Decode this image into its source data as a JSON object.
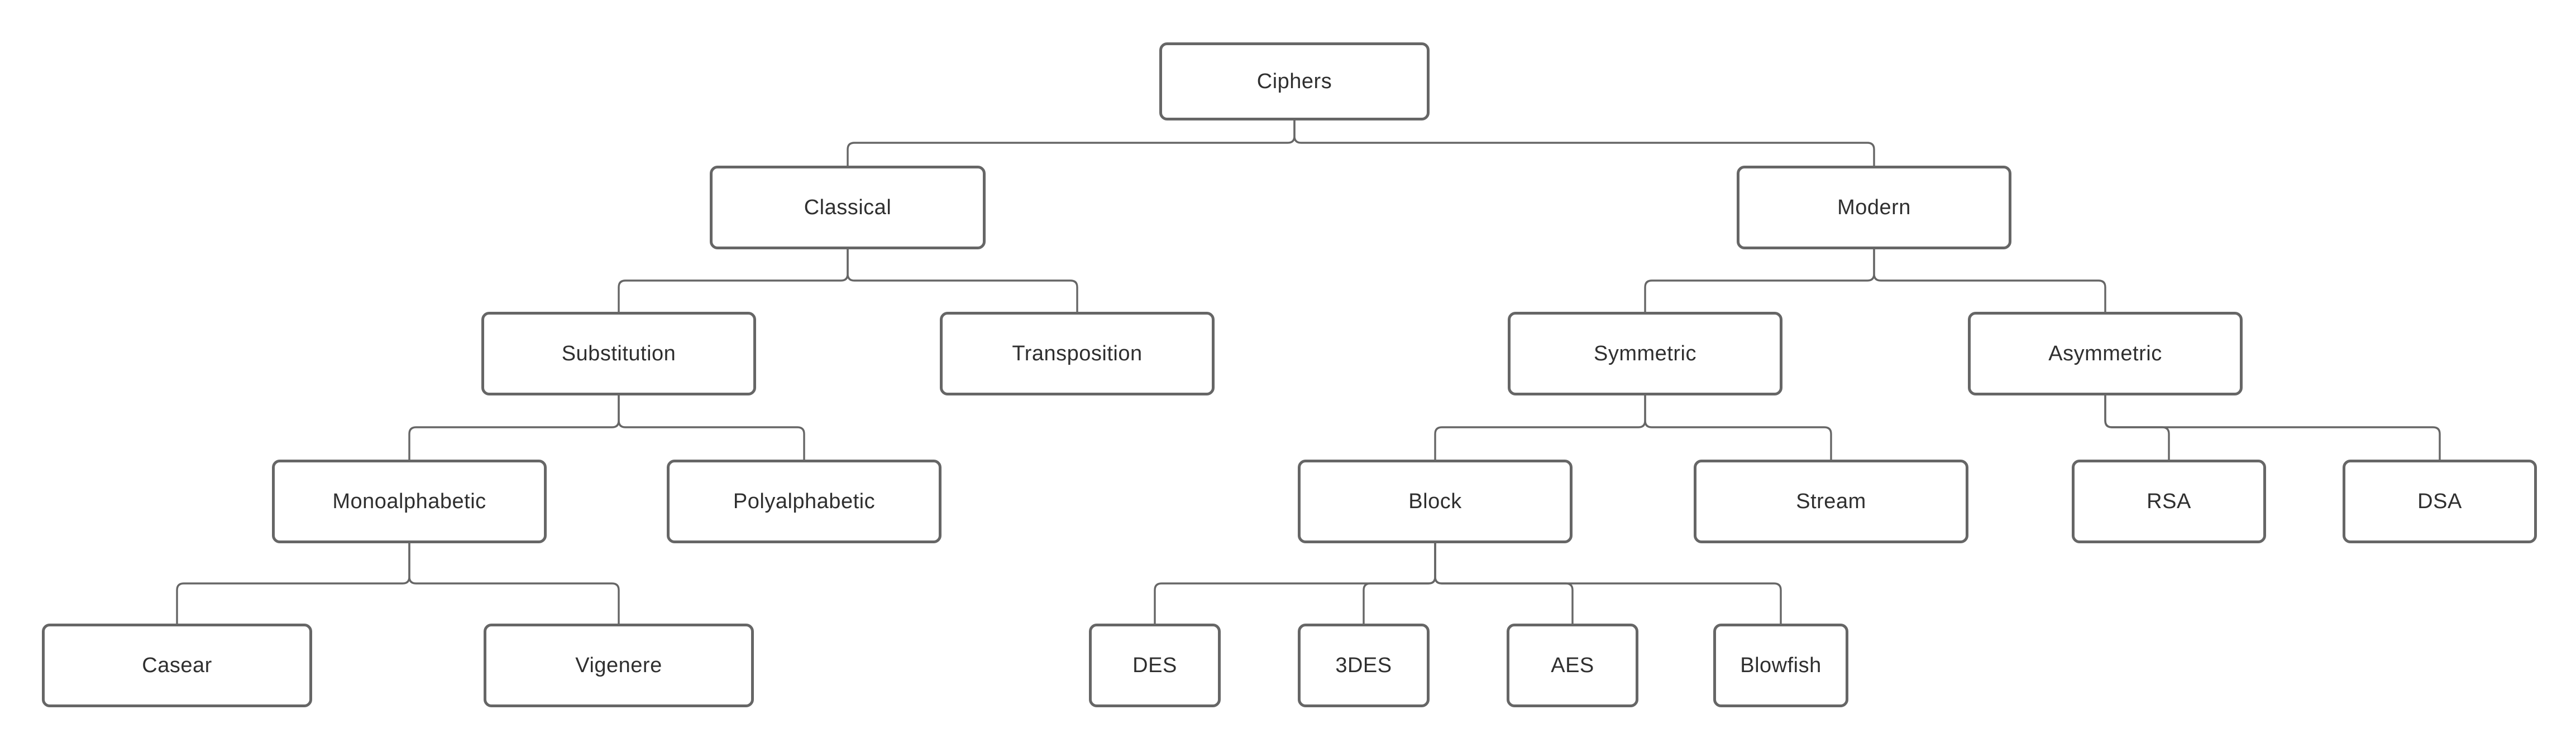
{
  "diagram": {
    "type": "tree",
    "root": "ciphers",
    "background": "#ffffff",
    "node_border_color": "#666666",
    "connector_color": "#666666",
    "text_color": "#2f2f2f"
  },
  "nodes": {
    "ciphers": {
      "label": "Ciphers",
      "children": [
        "classical",
        "modern"
      ]
    },
    "classical": {
      "label": "Classical",
      "children": [
        "substitution",
        "transposition"
      ]
    },
    "modern": {
      "label": "Modern",
      "children": [
        "symmetric",
        "asymmetric"
      ]
    },
    "substitution": {
      "label": "Substitution",
      "children": [
        "monoalphabetic",
        "polyalphabetic"
      ]
    },
    "transposition": {
      "label": "Transposition",
      "children": []
    },
    "symmetric": {
      "label": "Symmetric",
      "children": [
        "block",
        "stream"
      ]
    },
    "asymmetric": {
      "label": "Asymmetric",
      "children": [
        "rsa",
        "dsa"
      ]
    },
    "monoalphabetic": {
      "label": "Monoalphabetic",
      "children": [
        "casear",
        "vigenere"
      ]
    },
    "polyalphabetic": {
      "label": "Polyalphabetic",
      "children": []
    },
    "block": {
      "label": "Block",
      "children": [
        "des",
        "tripledes",
        "aes",
        "blowfish"
      ]
    },
    "stream": {
      "label": "Stream",
      "children": []
    },
    "rsa": {
      "label": "RSA",
      "children": []
    },
    "dsa": {
      "label": "DSA",
      "children": []
    },
    "casear": {
      "label": "Casear",
      "children": []
    },
    "vigenere": {
      "label": "Vigenere",
      "children": []
    },
    "des": {
      "label": "DES",
      "children": []
    },
    "tripledes": {
      "label": "3DES",
      "children": []
    },
    "aes": {
      "label": "AES",
      "children": []
    },
    "blowfish": {
      "label": "Blowfish",
      "children": []
    }
  },
  "edges": [
    {
      "from": "ciphers",
      "to": "classical"
    },
    {
      "from": "ciphers",
      "to": "modern"
    },
    {
      "from": "classical",
      "to": "substitution"
    },
    {
      "from": "classical",
      "to": "transposition"
    },
    {
      "from": "modern",
      "to": "symmetric"
    },
    {
      "from": "modern",
      "to": "asymmetric"
    },
    {
      "from": "substitution",
      "to": "monoalphabetic"
    },
    {
      "from": "substitution",
      "to": "polyalphabetic"
    },
    {
      "from": "symmetric",
      "to": "block"
    },
    {
      "from": "symmetric",
      "to": "stream"
    },
    {
      "from": "asymmetric",
      "to": "rsa"
    },
    {
      "from": "asymmetric",
      "to": "dsa"
    },
    {
      "from": "monoalphabetic",
      "to": "casear"
    },
    {
      "from": "monoalphabetic",
      "to": "vigenere"
    },
    {
      "from": "block",
      "to": "des"
    },
    {
      "from": "block",
      "to": "tripledes"
    },
    {
      "from": "block",
      "to": "aes"
    },
    {
      "from": "block",
      "to": "blowfish"
    }
  ]
}
